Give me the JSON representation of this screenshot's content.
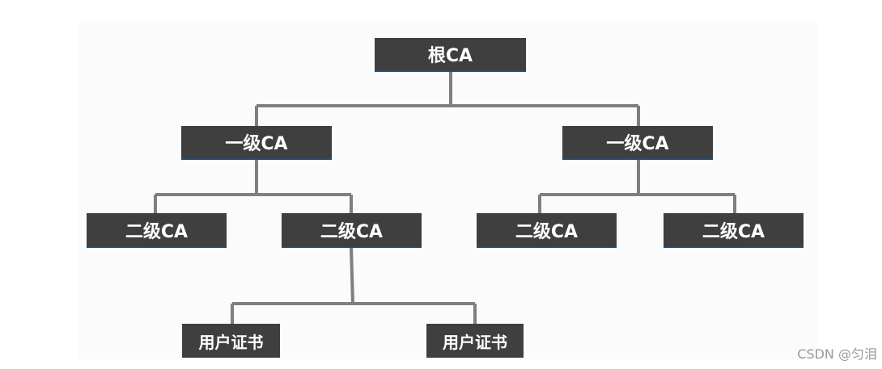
{
  "colors": {
    "node_fill": "#3f3f3f",
    "node_text": "#ffffff",
    "connector": "#7f7f7f",
    "watermark": "#9a9a9a"
  },
  "nodes": {
    "root": {
      "label": "根CA"
    },
    "level1_left": {
      "label": "一级CA"
    },
    "level1_right": {
      "label": "一级CA"
    },
    "level2_a": {
      "label": "二级CA"
    },
    "level2_b": {
      "label": "二级CA"
    },
    "level2_c": {
      "label": "二级CA"
    },
    "level2_d": {
      "label": "二级CA"
    },
    "user_cert_left": {
      "label": "用户证书"
    },
    "user_cert_right": {
      "label": "用户证书"
    }
  },
  "watermark": {
    "text": "CSDN @匀泪"
  }
}
